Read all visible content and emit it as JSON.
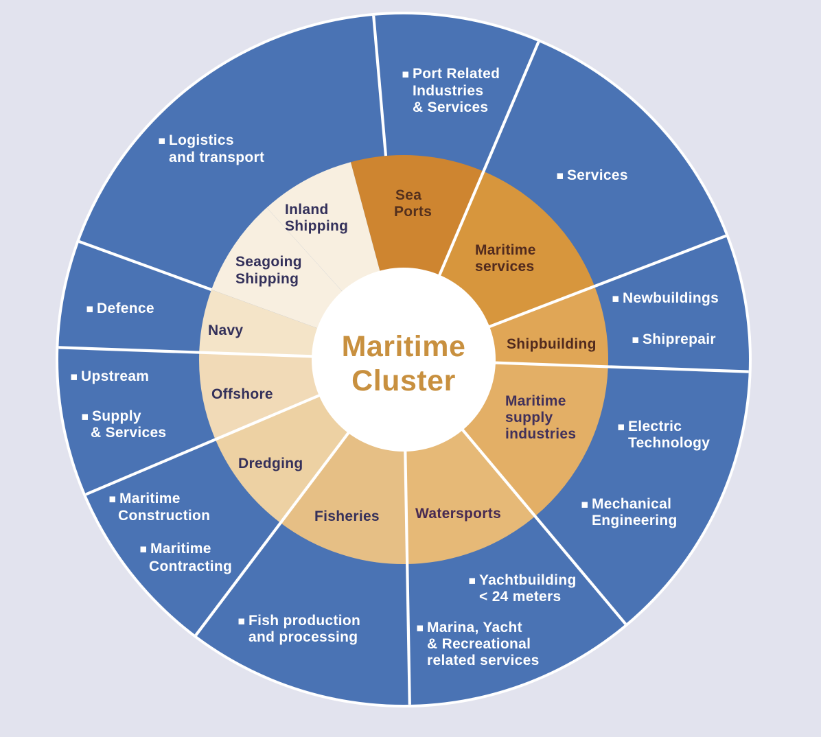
{
  "title": {
    "lines": [
      "Maritime",
      "Cluster"
    ],
    "color": "#C8903F"
  },
  "bullet_icon": "▪",
  "background_color": "#E2E3EE",
  "ring": {
    "color": "#4A73B4",
    "divider_color": "#FFFFFF",
    "rim_color": "#FFFFFF",
    "hub_color": "#FFFFFF"
  },
  "inner_sectors": [
    {
      "name": "Sea Ports",
      "lines": [
        "Sea",
        "Ports"
      ],
      "color": "#CE8530",
      "text_color": "#54301D"
    },
    {
      "name": "Maritime services",
      "lines": [
        "Maritime",
        "services"
      ],
      "color": "#D7963D",
      "text_color": "#512A1E"
    },
    {
      "name": "Shipbuilding",
      "lines": [
        "Shipbuilding"
      ],
      "color": "#E0A656",
      "text_color": "#512A1E"
    },
    {
      "name": "Maritime supply industries",
      "lines": [
        "Maritime",
        "supply",
        "industries"
      ],
      "color": "#E3AF66",
      "text_color": "#41305A"
    },
    {
      "name": "Watersports",
      "lines": [
        "Watersports"
      ],
      "color": "#E6B977",
      "text_color": "#472A52"
    },
    {
      "name": "Fisheries",
      "lines": [
        "Fisheries"
      ],
      "color": "#E6BF85",
      "text_color": "#35305A"
    },
    {
      "name": "Dredging",
      "lines": [
        "Dredging"
      ],
      "color": "#EDD1A3",
      "text_color": "#35305A"
    },
    {
      "name": "Offshore",
      "lines": [
        "Offshore"
      ],
      "color": "#F1DAB7",
      "text_color": "#33305A"
    },
    {
      "name": "Navy",
      "lines": [
        "Navy"
      ],
      "color": "#F4E4C8",
      "text_color": "#33305A"
    },
    {
      "name": "Seagoing Shipping",
      "lines": [
        "Seagoing",
        "Shipping"
      ],
      "color": "#F8EFE0",
      "text_color": "#33305A"
    },
    {
      "name": "Inland Shipping",
      "lines": [
        "Inland",
        "Shipping"
      ],
      "color": "#F8EFE0",
      "text_color": "#33305A"
    }
  ],
  "outer_items": [
    {
      "name": "Port Related Industries & Services",
      "lines": [
        "Port Related",
        "Industries",
        "& Services"
      ],
      "aligned_with": "Sea Ports"
    },
    {
      "name": "Services",
      "lines": [
        "Services"
      ],
      "aligned_with": "Maritime services"
    },
    {
      "name": "Newbuildings",
      "lines": [
        "Newbuildings"
      ],
      "aligned_with": "Shipbuilding"
    },
    {
      "name": "Shiprepair",
      "lines": [
        "Shiprepair"
      ],
      "aligned_with": "Shipbuilding"
    },
    {
      "name": "Electric Technology",
      "lines": [
        "Electric",
        "Technology"
      ],
      "aligned_with": "Maritime supply industries"
    },
    {
      "name": "Mechanical Engineering",
      "lines": [
        "Mechanical",
        "Engineering"
      ],
      "aligned_with": "Maritime supply industries"
    },
    {
      "name": "Yachtbuilding < 24 meters",
      "lines": [
        "Yachtbuilding",
        "<  24 meters"
      ],
      "aligned_with": "Watersports"
    },
    {
      "name": "Marina, Yacht & Recreational related services",
      "lines": [
        "Marina, Yacht",
        "& Recreational",
        "related services"
      ],
      "aligned_with": "Watersports"
    },
    {
      "name": "Fish production and processing",
      "lines": [
        "Fish production",
        "and processing"
      ],
      "aligned_with": "Fisheries"
    },
    {
      "name": "Maritime Contracting",
      "lines": [
        "Maritime",
        "Contracting"
      ],
      "aligned_with": "Dredging"
    },
    {
      "name": "Maritime Construction",
      "lines": [
        "Maritime",
        "Construction"
      ],
      "aligned_with": "Dredging"
    },
    {
      "name": "Supply & Services",
      "lines": [
        "Supply",
        "& Services"
      ],
      "aligned_with": "Offshore"
    },
    {
      "name": "Upstream",
      "lines": [
        "Upstream"
      ],
      "aligned_with": "Offshore"
    },
    {
      "name": "Defence",
      "lines": [
        "Defence"
      ],
      "aligned_with": "Navy"
    },
    {
      "name": "Logistics and transport",
      "lines": [
        "Logistics",
        "and transport"
      ],
      "aligned_with": "Seagoing Shipping / Inland Shipping"
    }
  ]
}
